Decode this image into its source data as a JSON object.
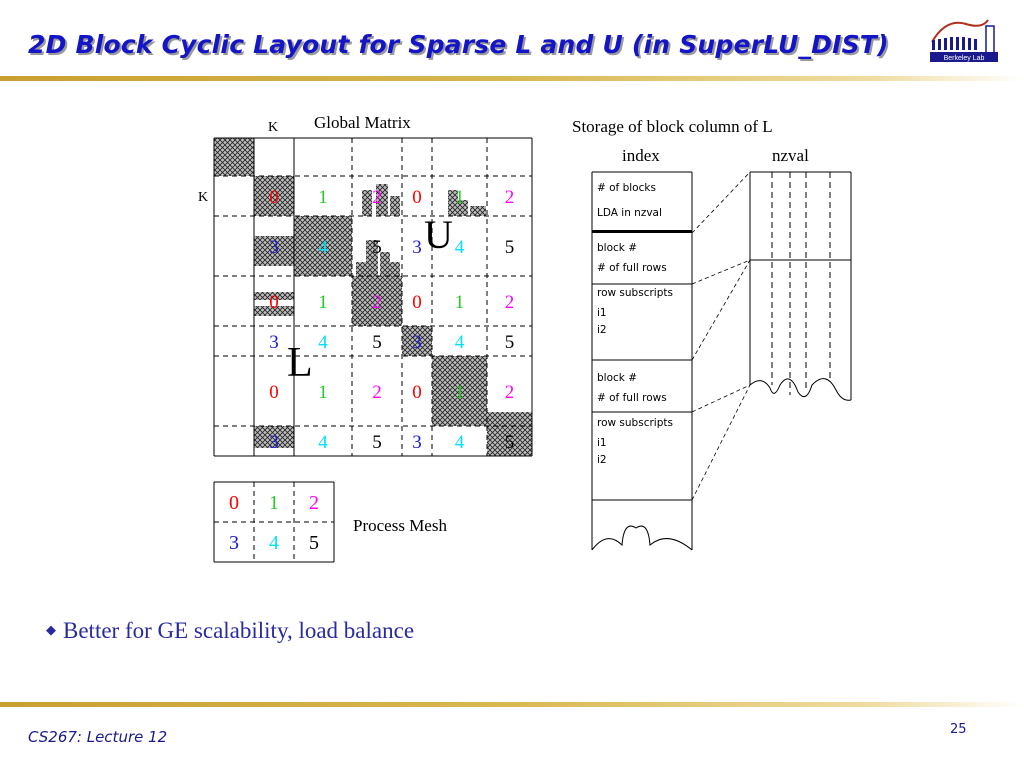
{
  "slide": {
    "title": "2D Block Cyclic Layout for Sparse L and U (in SuperLU_DIST)",
    "bullet": "Better for GE scalability, load balance",
    "footer_left": "CS267: Lecture 12",
    "page_number": "25",
    "logo_text": "Berkeley Lab"
  },
  "colors": {
    "title": "#1515c8",
    "p0": "#ff0000",
    "p1": "#22cc22",
    "p2": "#ff00ff",
    "p3": "#1a1acc",
    "p4": "#00e0ff",
    "p5": "#000000",
    "accent_bar": "#c8a030"
  },
  "figure": {
    "global_matrix_label": "Global Matrix",
    "k_top": "K",
    "k_left": "K",
    "u_label": "U",
    "l_label": "L",
    "storage_title": "Storage of block column of L",
    "index_header": "index",
    "nzval_header": "nzval",
    "index_entries": [
      "# of blocks",
      "LDA  in nzval",
      "block #",
      "# of  full  rows",
      "row subscripts",
      "i1",
      "i2",
      "block #",
      "# of  full  rows",
      "row subscripts",
      "i1",
      "i2"
    ],
    "process_mesh_label": "Process Mesh",
    "mesh": [
      [
        0,
        1,
        2
      ],
      [
        3,
        4,
        5
      ]
    ],
    "matrix_rows": [
      [
        0,
        1,
        2,
        0,
        1,
        2
      ],
      [
        3,
        4,
        5,
        3,
        4,
        5
      ],
      [
        0,
        1,
        2,
        0,
        1,
        2
      ],
      [
        3,
        4,
        5,
        3,
        4,
        5
      ],
      [
        0,
        1,
        2,
        0,
        1,
        2
      ],
      [
        3,
        4,
        5,
        3,
        4,
        5
      ]
    ]
  }
}
